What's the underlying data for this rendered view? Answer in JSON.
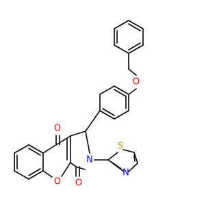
{
  "diagram": {
    "type": "chemical-structure",
    "atoms": [
      {
        "id": "O_ether",
        "element": "O",
        "text": "O",
        "color": "#ff0000"
      },
      {
        "id": "O_ketone",
        "element": "O",
        "text": "O",
        "color": "#ff0000"
      },
      {
        "id": "O_ring",
        "element": "O",
        "text": "O",
        "color": "#ff0000"
      },
      {
        "id": "O_amide",
        "element": "O",
        "text": "O",
        "color": "#ff0000"
      },
      {
        "id": "N_ring",
        "element": "N",
        "text": "N",
        "color": "#0000ff"
      },
      {
        "id": "N_thiazole",
        "element": "N",
        "text": "N",
        "color": "#0000ff"
      },
      {
        "id": "S_thiazole",
        "element": "S",
        "text": "S",
        "color": "#b8a000"
      }
    ],
    "colors": {
      "bond": "#000000",
      "oxygen": "#ff0000",
      "nitrogen": "#0000ff",
      "sulfur": "#b8a000"
    }
  }
}
